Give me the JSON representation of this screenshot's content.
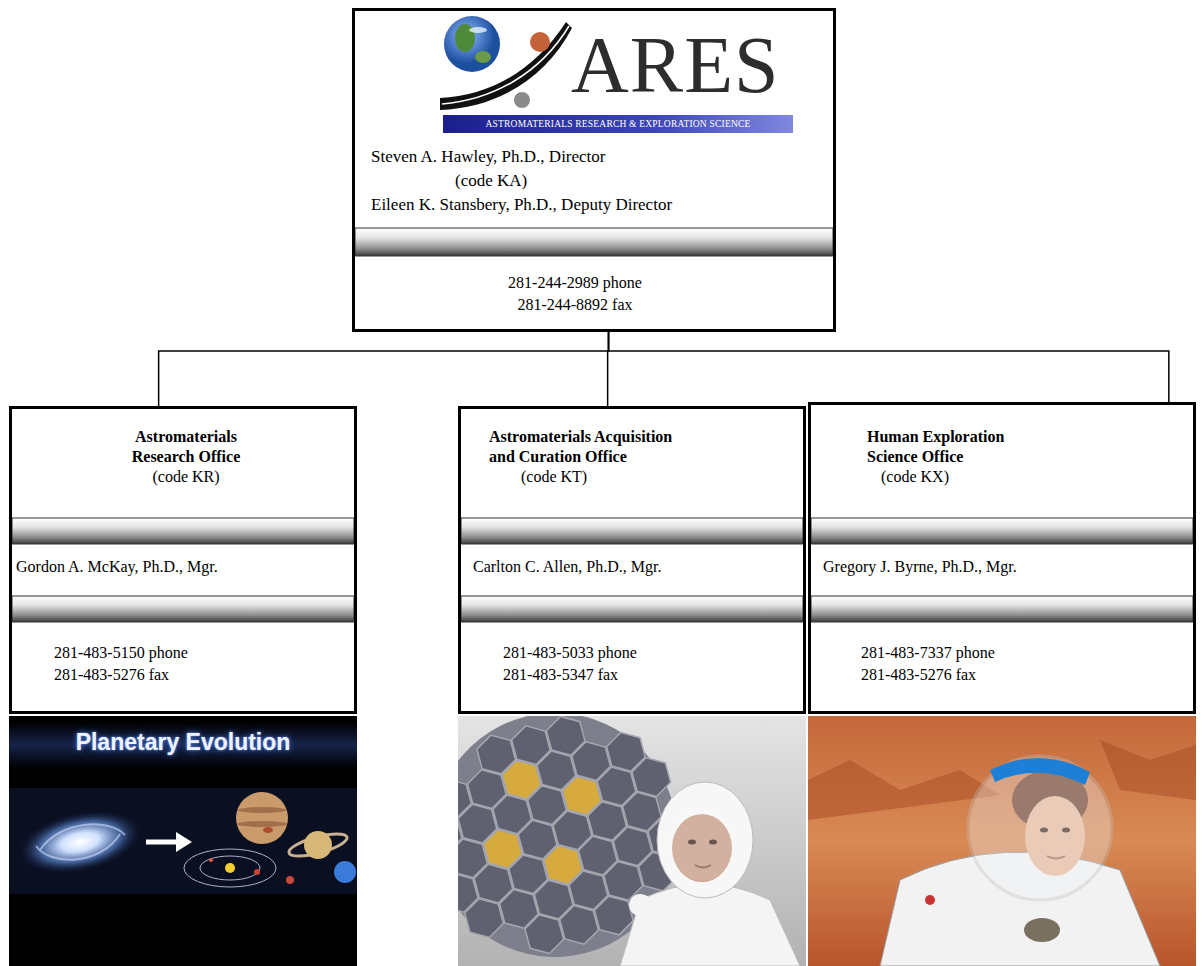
{
  "diagram": {
    "nodes": [
      {
        "text": [
          "ARES",
          "ASTROMATERIALS RESEARCH & EXPLORATION SCIENCE",
          "Steven A. Hawley, Ph.D., Director (code KA)",
          "Eileen K. Stansbery, Ph.D., Deputy Director",
          "281-244-2989 phone",
          "281-244-8892 fax"
        ]
      },
      {
        "text": [
          "Astromaterials Research Office",
          "(code KR)",
          "Gordon A. McKay, Ph.D., Mgr.",
          "281-483-5150 phone",
          "281-483-5276 fax"
        ]
      },
      {
        "text": [
          "Astromaterials Acquisition and Curation Office",
          "(code KT)",
          "Carlton C. Allen, Ph.D., Mgr.",
          "281-483-5033 phone",
          "281-483-5347 fax"
        ]
      },
      {
        "text": [
          "Human Exploration Science Office",
          "(code KX)",
          "Gregory J. Byrne, Ph.D., Mgr.",
          "281-483-7337 phone",
          "281-483-5276 fax"
        ]
      }
    ],
    "edges": [
      {
        "from": 0,
        "to": 1,
        "arrow": "none"
      },
      {
        "from": 0,
        "to": 2,
        "arrow": "none"
      },
      {
        "from": 0,
        "to": 3,
        "arrow": "none"
      }
    ],
    "labels": [
      "Planetary Evolution"
    ]
  }
}
